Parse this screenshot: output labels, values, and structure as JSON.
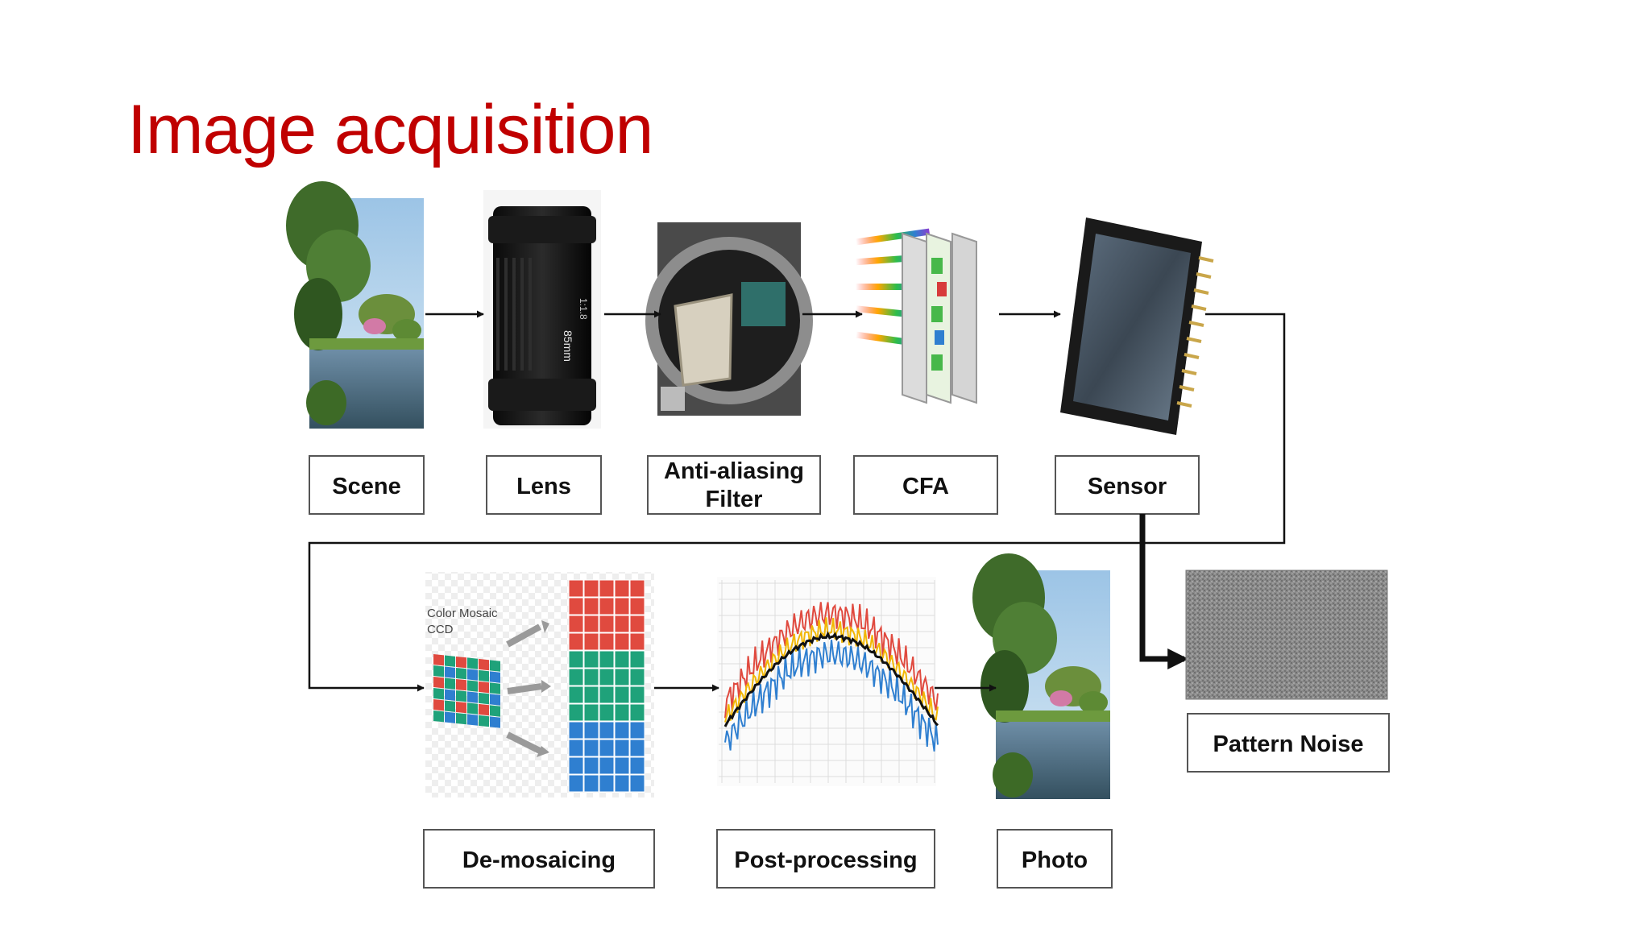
{
  "slide": {
    "title": "Image acquisition",
    "title_color": "#c00000"
  },
  "stages": {
    "scene": "Scene",
    "lens": "Lens",
    "anti_aliasing_line1": "Anti-aliasing",
    "anti_aliasing_line2": "Filter",
    "cfa": "CFA",
    "sensor": "Sensor",
    "demosaicing": "De-mosaicing",
    "postprocessing": "Post-processing",
    "photo": "Photo",
    "pattern_noise": "Pattern Noise"
  },
  "demosaic_caption": {
    "line1": "Color Mosaic",
    "line2": "CCD"
  },
  "lens_markings": {
    "focal": "85mm",
    "aperture": "1:1.8"
  },
  "colors": {
    "pattern_noise_label": "#c0272d",
    "red_channel": "#e04a3f",
    "green_channel": "#1fa27a",
    "blue_channel": "#2f7fd0"
  },
  "icons": [
    "scene-photo",
    "lens-photo",
    "anti-aliasing-filter-photo",
    "cfa-illustration",
    "sensor-chip-photo",
    "demosaicing-illustration",
    "postprocessing-plot",
    "output-photo",
    "pattern-noise-image"
  ]
}
